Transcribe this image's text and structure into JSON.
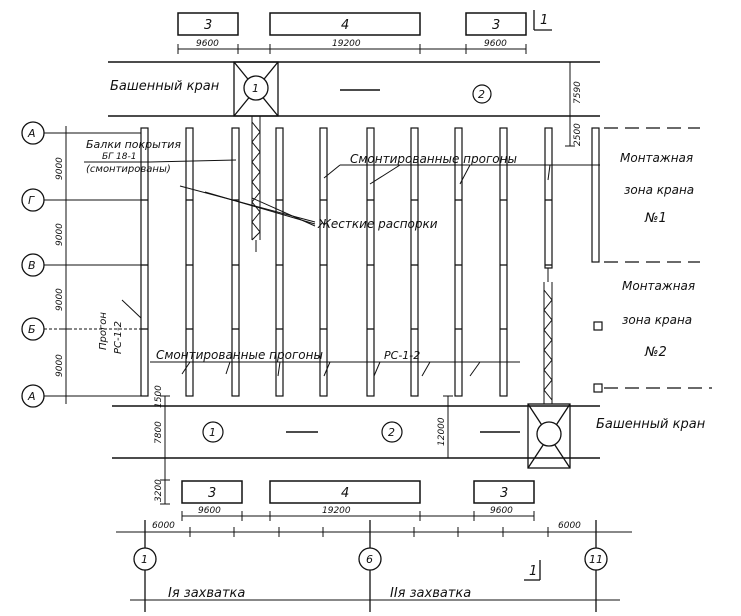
{
  "top_blocks": [
    {
      "number": "3",
      "dimension": "9600"
    },
    {
      "number": "4",
      "dimension": "19200"
    },
    {
      "number": "3",
      "dimension": "9600"
    }
  ],
  "bottom_blocks": [
    {
      "number": "3",
      "dimension": "9600"
    },
    {
      "number": "4",
      "dimension": "19200"
    },
    {
      "number": "3",
      "dimension": "9600"
    }
  ],
  "section_mark_top": "1",
  "section_mark_bottom": "1",
  "tower_crane_label_top": "Башенный кран",
  "tower_crane_label_bottom": "Башенный кран",
  "crane_top_number": "1",
  "track_top_number": "2",
  "track_bottom_number_1": "1",
  "track_bottom_number_2": "2",
  "row_axes": [
    "А",
    "Г",
    "В",
    "Б",
    "А"
  ],
  "row_dimensions": [
    "9000",
    "9000",
    "9000",
    "9000"
  ],
  "top_track_dim": "7590",
  "top_offset_dim": "2500",
  "bottom_offset_dim": "1500",
  "bottom_track_dim": "7800",
  "bottom_track_span_dim": "12000",
  "bottom_blocks_dim": "3200",
  "edge_dims": [
    "6000",
    "6000"
  ],
  "column_axes": [
    "1",
    "6",
    "11"
  ],
  "labels": {
    "beams": "Балки покрытия",
    "beams_code": "БГ 18-1",
    "beams_note": "(смонтированы)",
    "purlins_top": "Смонтированные прогоны",
    "rigid_braces": "Жесткие распорки",
    "purlins_bottom": "Смонтированные прогоны",
    "purlin_code": "РС-1-2",
    "purlin_side": "Прогон",
    "purlin_side_code": "РС-1-2",
    "zone1_line1": "Монтажная",
    "zone1_line2": "зона крана",
    "zone1_line3": "№1",
    "zone2_line1": "Монтажная",
    "zone2_line2": "зона крана",
    "zone2_line3": "№2",
    "stage1": "Iя захватка",
    "stage2": "IIя захватка"
  }
}
